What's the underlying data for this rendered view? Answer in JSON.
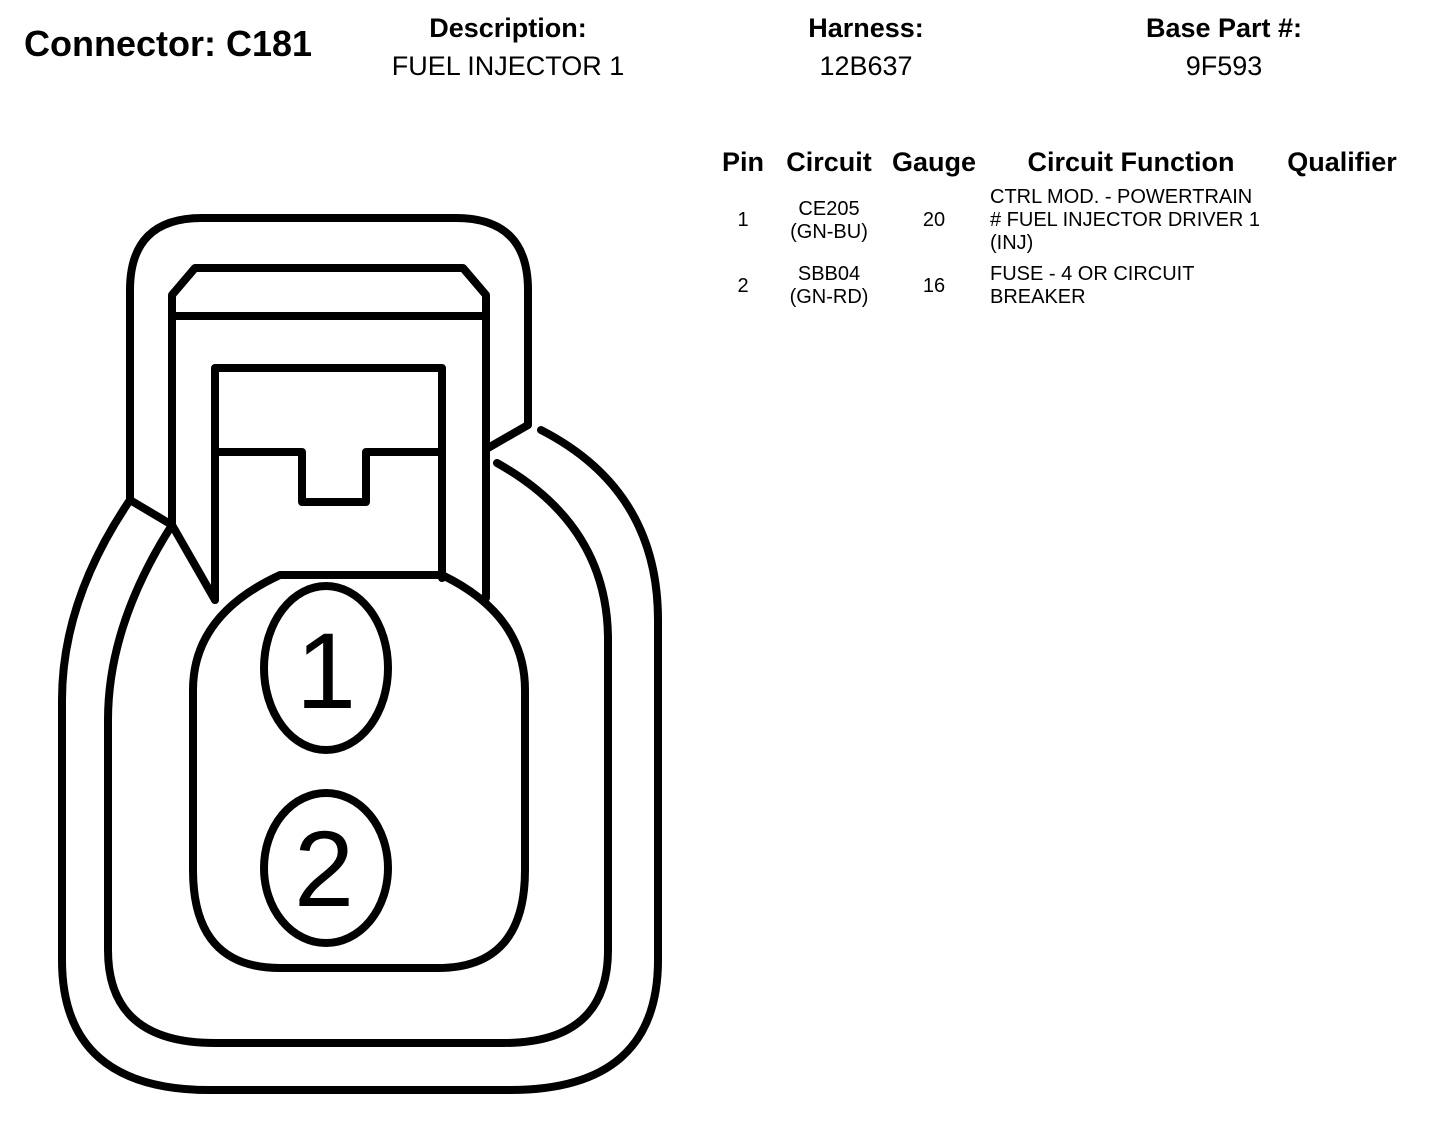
{
  "connector": {
    "title": "Connector: C181"
  },
  "meta": {
    "description_label": "Description:",
    "description_value": "FUEL INJECTOR 1",
    "harness_label": "Harness:",
    "harness_value": "12B637",
    "base_part_label": "Base Part #:",
    "base_part_value": "9F593"
  },
  "table": {
    "headers": {
      "pin": "Pin",
      "circuit": "Circuit",
      "gauge": "Gauge",
      "function": "Circuit Function",
      "qualifier": "Qualifier"
    },
    "rows": [
      {
        "pin": "1",
        "circuit": "CE205",
        "color": "(GN-BU)",
        "gauge": "20",
        "function_lines": [
          "CTRL MOD. - POWERTRAIN",
          "# FUEL INJECTOR DRIVER 1",
          "(INJ)"
        ],
        "qualifier": ""
      },
      {
        "pin": "2",
        "circuit": "SBB04",
        "color": "(GN-RD)",
        "gauge": "16",
        "function_lines": [
          "FUSE - 4 OR CIRCUIT",
          "BREAKER"
        ],
        "qualifier": ""
      }
    ]
  },
  "drawing": {
    "pin_labels": [
      "1",
      "2"
    ],
    "stroke_color": "#000000"
  }
}
